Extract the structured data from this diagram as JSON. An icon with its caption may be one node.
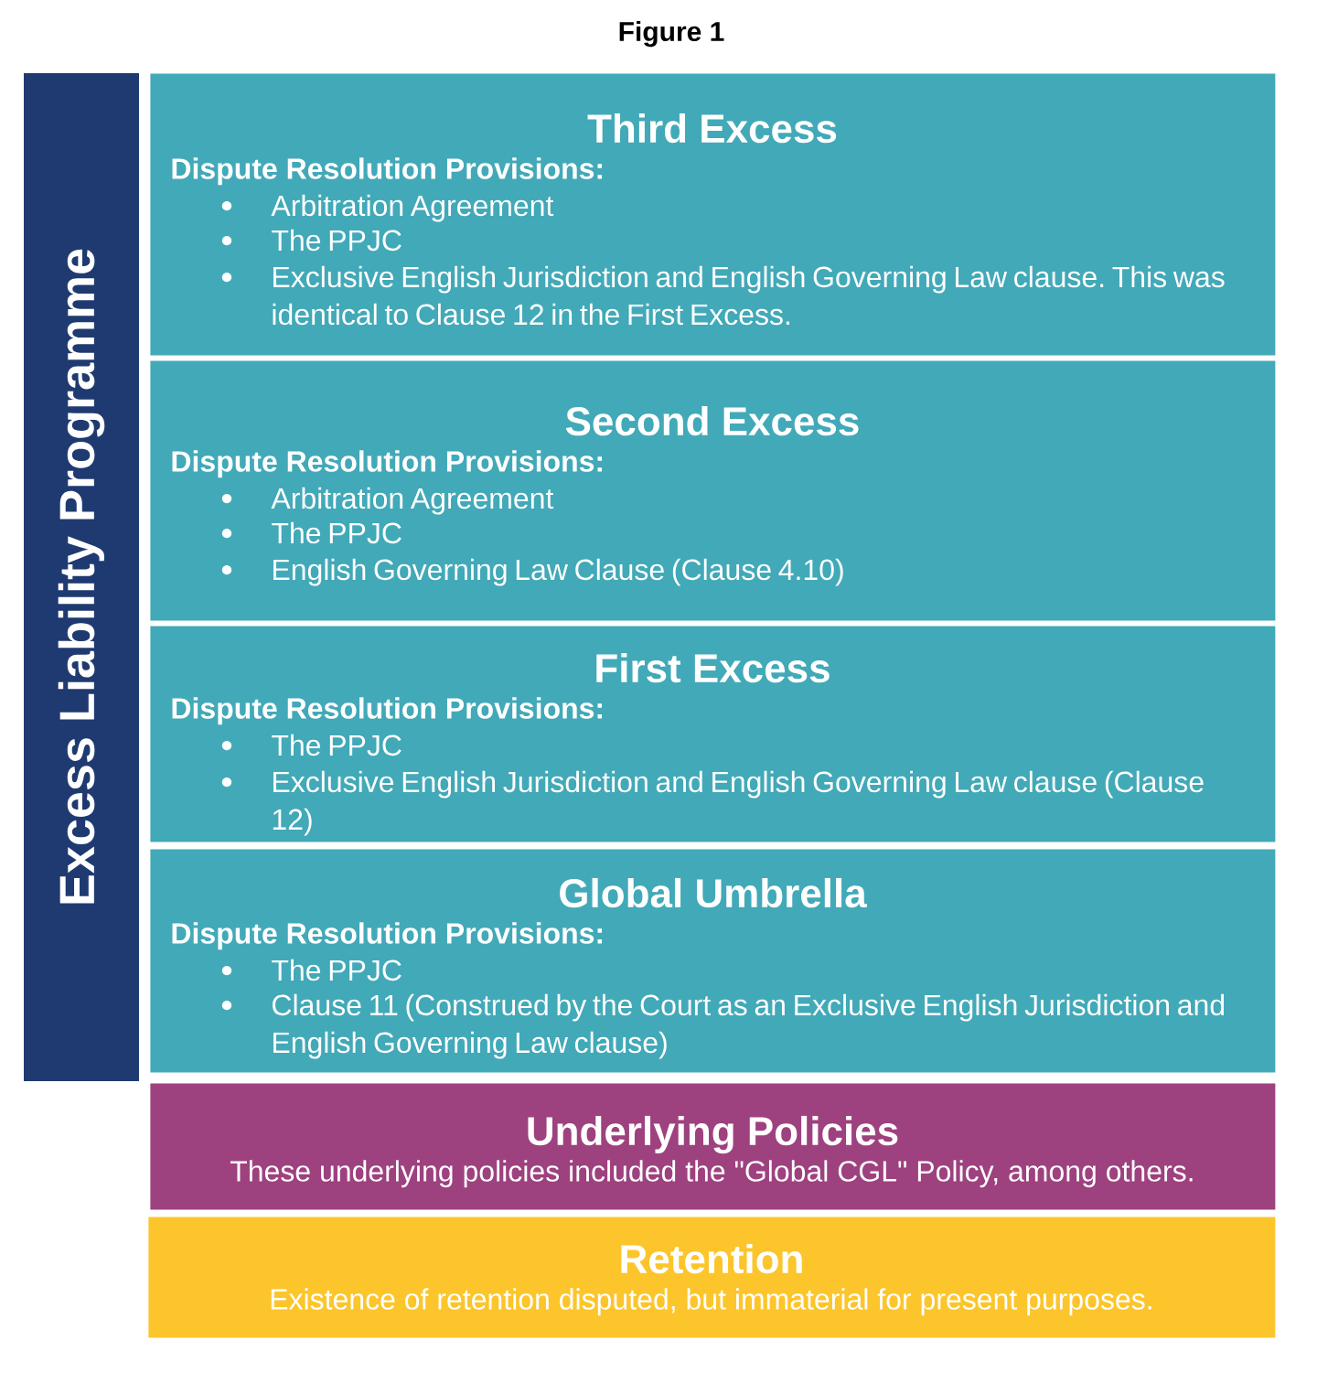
{
  "diagram": {
    "title": "Figure 1",
    "nodes": [
      {
        "text": [
          "Excess Liability Programme"
        ]
      },
      {
        "text": [
          "Third Excess",
          "Dispute Resolution Provisions:",
          "Arbitration Agreement",
          "The PPJC",
          "Exclusive English Jurisdiction and English Governing Law clause. This was identical to Clause 12 in the First Excess."
        ]
      },
      {
        "text": [
          "Second Excess",
          "Dispute Resolution Provisions:",
          "Arbitration Agreement",
          "The PPJC",
          "English Governing Law Clause (Clause 4.10)"
        ]
      },
      {
        "text": [
          "First Excess",
          "Dispute Resolution Provisions:",
          "The PPJC",
          "Exclusive English Jurisdiction and English Governing Law clause (Clause 12)"
        ]
      },
      {
        "text": [
          "Global Umbrella",
          "Dispute Resolution Provisions:",
          "The PPJC",
          "Clause 11 (Construed by the Court as an Exclusive English Jurisdiction and English Governing Law clause)"
        ]
      },
      {
        "text": [
          "Underlying Policies",
          "These underlying policies included the \"Global CGL\" Policy, among others."
        ]
      },
      {
        "text": [
          "Retention",
          "Existence of retention disputed, but immaterial for present purposes."
        ]
      }
    ]
  }
}
